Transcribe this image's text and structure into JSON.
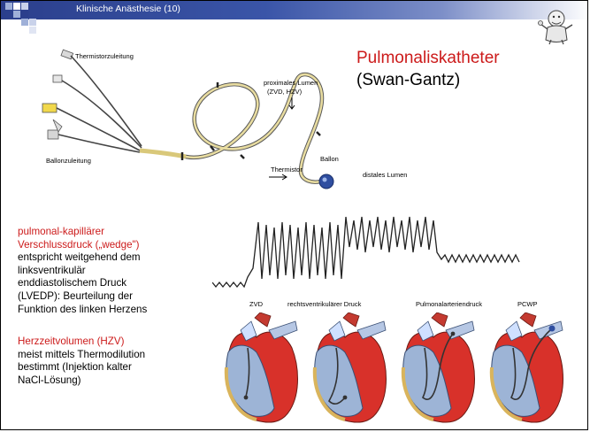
{
  "header": {
    "title": "Klinische Anästhesie (10)"
  },
  "slide": {
    "title_line1": "Pulmonaliskatheter",
    "title_line2": "(Swan-Gantz)",
    "catheter_labels": {
      "thermistor_lead": "Thermistorzuleitung",
      "proximal_lumen_1": "proximales Lumen",
      "proximal_lumen_2": "(ZVD, HZV)",
      "balloon_lead": "Ballonzuleitung",
      "balloon": "Ballon",
      "thermistor": "Thermistor",
      "distal_lumen": "distales Lumen"
    },
    "wedge": {
      "heading_1": "pulmonal-kapillärer",
      "heading_2": "Verschlussdruck („wedge\")",
      "body_1": "entspricht weitgehend dem",
      "body_2": "linksventrikulär",
      "body_3": "enddiastolischem Druck",
      "body_4": "(LVEDP): Beurteilung der",
      "body_5": "Funktion des linken Herzens"
    },
    "hzv": {
      "heading": "Herzzeitvolumen (HZV)",
      "body_1": "meist mittels Thermodilution",
      "body_2": "bestimmt (Injektion kalter",
      "body_3": "NaCl-Lösung)"
    },
    "waveform_labels": [
      "ZVD",
      "rechtsventrikulärer Druck",
      "Pulmonalarteriendruck",
      "PCWP"
    ]
  },
  "colors": {
    "header_blue": "#2b3f8c",
    "title_red": "#cc1a1a",
    "heart_red": "#d8312a",
    "heart_blue": "#9db4d6"
  },
  "icons": [
    "cartoon-mascot-icon",
    "catheter-illustration",
    "pressure-waveform",
    "heart-illustration"
  ]
}
